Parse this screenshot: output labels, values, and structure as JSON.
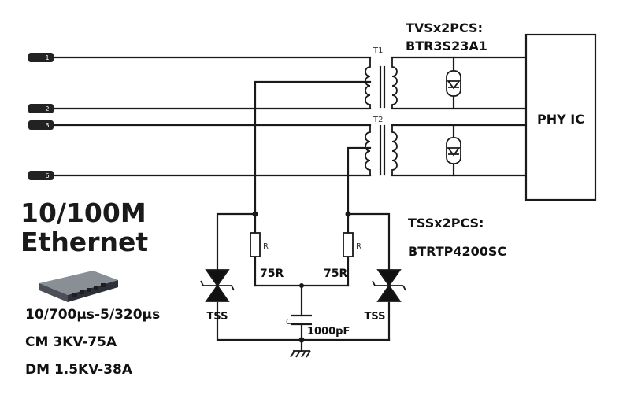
{
  "title": {
    "line1": "10/100M",
    "line2": "Ethernet"
  },
  "specs": {
    "surge": "10/700µs-5/320µs",
    "cm": "CM 3KV-75A",
    "dm": "DM 1.5KV-38A"
  },
  "tvs": {
    "line1": "TVSx2PCS:",
    "line2": "BTR3S23A1"
  },
  "tss_note": {
    "line1": "TSSx2PCS:",
    "line2": "BTRTP4200SC"
  },
  "phy_label": "PHY  IC",
  "connector_pins": [
    "1",
    "2",
    "3",
    "6"
  ],
  "transformers": [
    "T1",
    "T2"
  ],
  "resistors": {
    "symbol": "R",
    "value_left": "75R",
    "value_right": "75R"
  },
  "capacitor": {
    "symbol": "C",
    "value": "1000pF"
  },
  "tss_labels": {
    "left": "TSS",
    "right": "TSS"
  },
  "colors": {
    "line": "#1a1a1a",
    "connector": "#222222",
    "background": "#ffffff"
  }
}
